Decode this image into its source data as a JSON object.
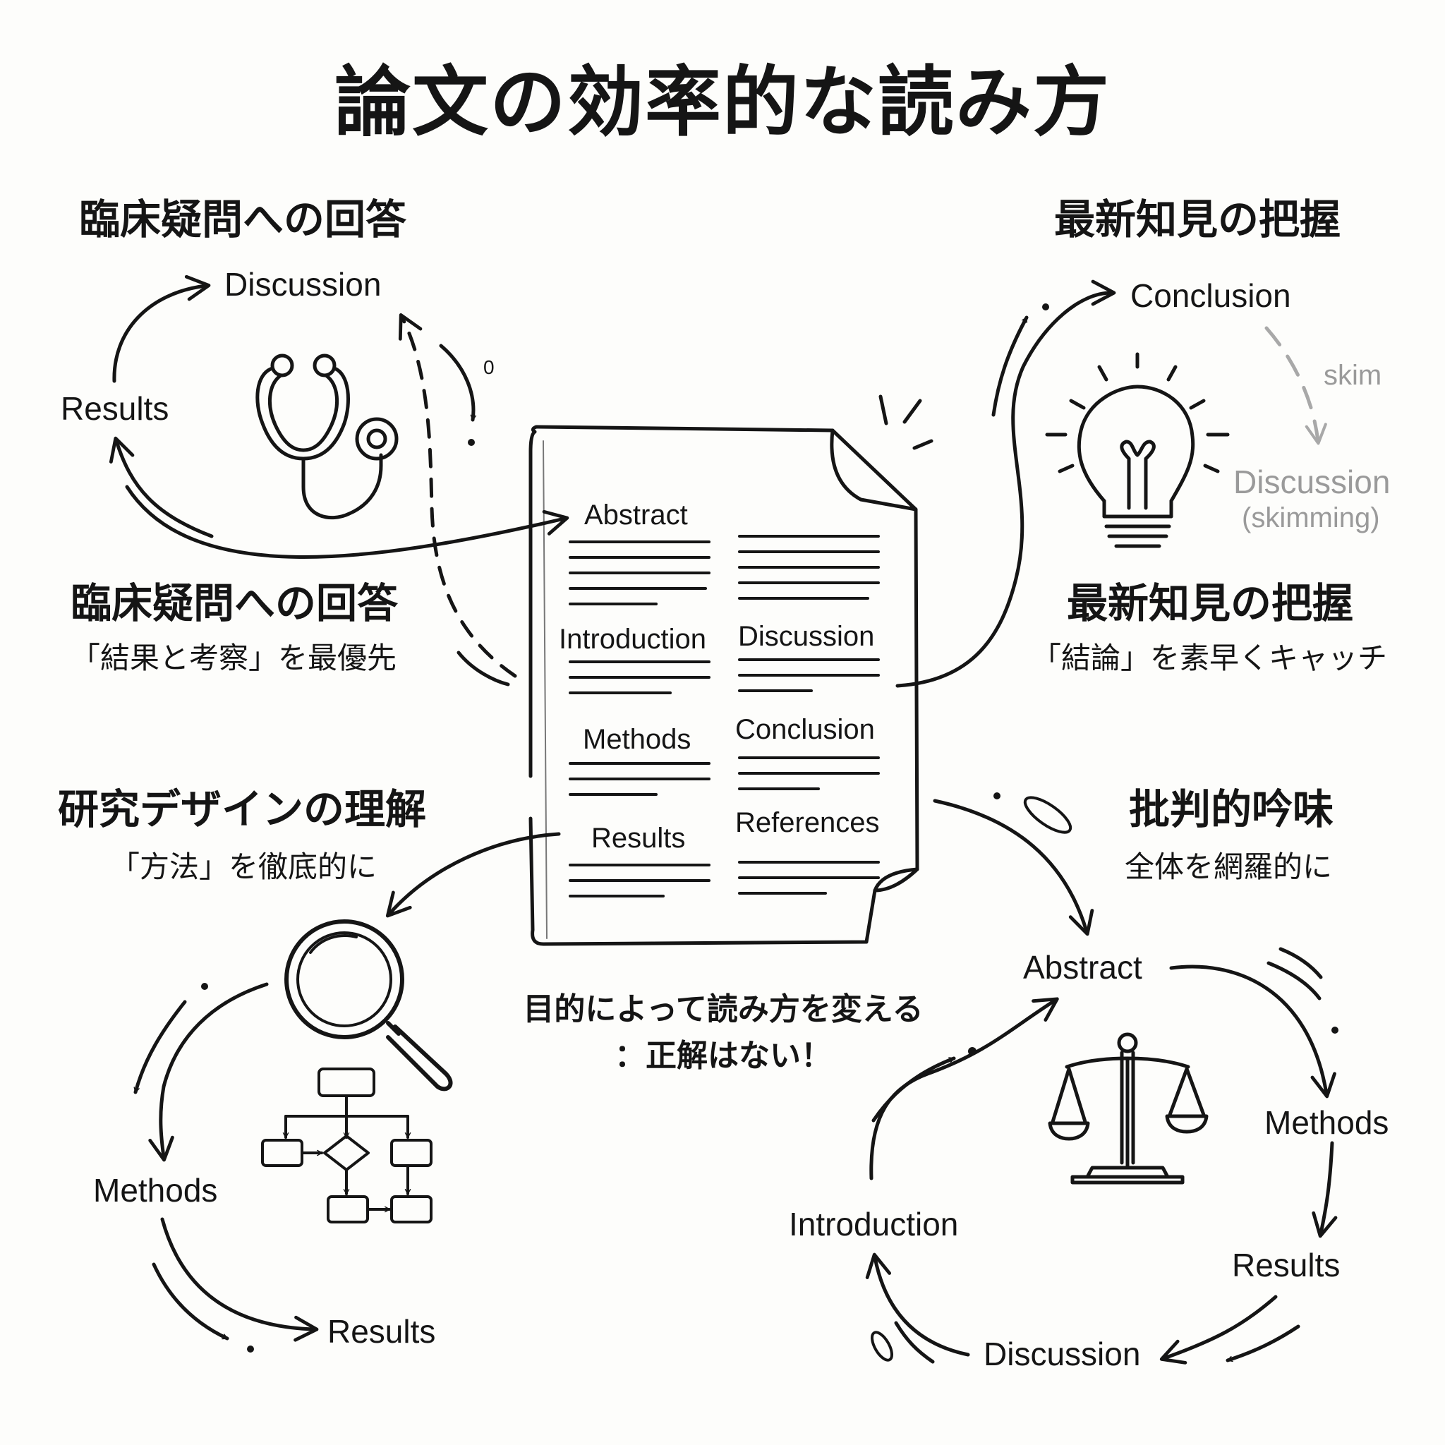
{
  "title": "論文の効率的な読み方",
  "paper_sections": {
    "left_column": [
      "Abstract",
      "Introduction",
      "Methods",
      "Results"
    ],
    "right_column": [
      "Discussion",
      "Conclusion",
      "References"
    ]
  },
  "quadrants": {
    "clinical": {
      "heading_top": "臨床疑問への回答",
      "heading": "臨床疑問への回答",
      "subtitle": "「結果と考察」を最優先",
      "flow": [
        "Discussion",
        "Results"
      ],
      "icon": "stethoscope-icon"
    },
    "latest": {
      "heading_top": "最新知見の把握",
      "heading": "最新知見の把握",
      "subtitle": "「結論」を素早くキャッチ",
      "flow": [
        "Conclusion",
        "Discussion"
      ],
      "skim_label": "skim",
      "skimming_note": "(skimming)",
      "icon": "lightbulb-icon"
    },
    "design": {
      "heading": "研究デザインの理解",
      "subtitle": "「方法」を徹底的に",
      "flow": [
        "Methods",
        "Results"
      ],
      "icon": "magnifier-icon"
    },
    "critical": {
      "heading": "批判的吟味",
      "subtitle": "全体を網羅的に",
      "flow": [
        "Abstract",
        "Methods",
        "Results",
        "Discussion",
        "Introduction"
      ],
      "icon": "scales-icon"
    }
  },
  "center_note": {
    "line1": "目的によって読み方を変える",
    "line2": "：正解はない！"
  },
  "colors": {
    "ink": "#151515",
    "muted": "#9a9a9a",
    "background": "#fdfdfb"
  }
}
